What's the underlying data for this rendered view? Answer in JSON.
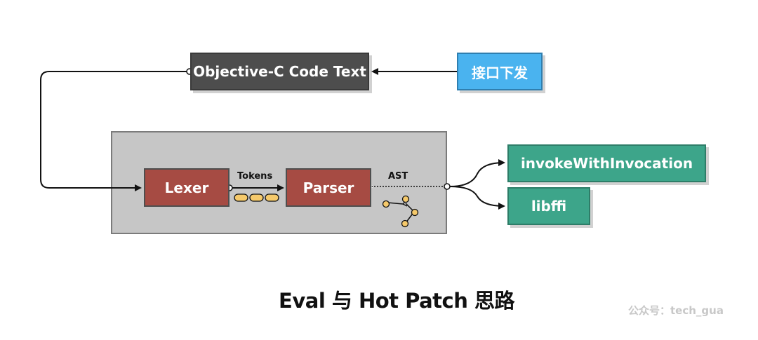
{
  "diagram": {
    "code_text": "Objective-C Code Text",
    "api_delivery": "接口下发",
    "lexer": "Lexer",
    "parser": "Parser",
    "tokens": "Tokens",
    "ast": "AST",
    "invoke": "invokeWithInvocation",
    "libffi": "libffi"
  },
  "title": "Eval 与 Hot Patch 思路",
  "watermark": "公众号：tech_gua",
  "colors": {
    "code_text_bg": "#4d4d4d",
    "api_bg": "#4ab3ef",
    "lexer_parser_bg": "#a64b43",
    "engine_bg": "#c6c6c6",
    "output_bg": "#3da58a",
    "token_fill": "#f5c96b",
    "ast_node_fill": "#f5c96b"
  }
}
